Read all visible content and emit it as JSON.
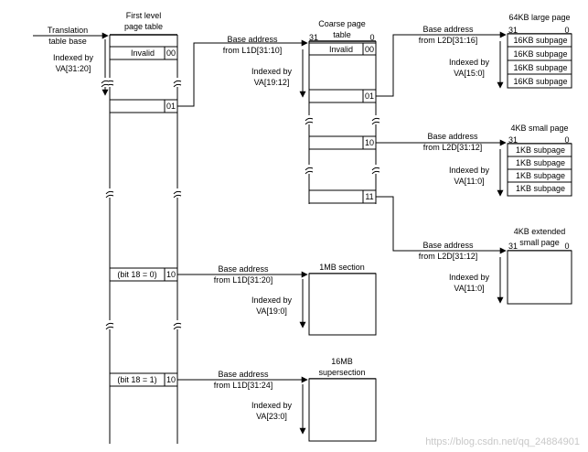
{
  "first_level": {
    "left_label_1": "Translation",
    "left_label_2": "table base",
    "index_1": "Indexed by",
    "index_2": "VA[31:20]",
    "title_1": "First level",
    "title_2": "page table",
    "invalid": "Invalid",
    "invalid_code": "00",
    "coarse_code": "01",
    "section_prefix": "(bit 18 = 0)",
    "section_code": "10",
    "supersection_prefix": "(bit 18 = 1)",
    "supersection_code": "10"
  },
  "coarse": {
    "title_1": "Coarse page",
    "title_2": "table",
    "bit_high": "31",
    "bit_low": "0",
    "invalid": "Invalid",
    "invalid_code": "00",
    "code_large": "01",
    "code_small": "10",
    "code_ext": "11",
    "base_1": "Base address",
    "base_2": "from L1D[31:10]",
    "index_1": "Indexed by",
    "index_2": "VA[19:12]"
  },
  "large_page": {
    "title": "64KB large page",
    "bit_high": "31",
    "bit_low": "0",
    "subpages": [
      "16KB subpage",
      "16KB subpage",
      "16KB subpage",
      "16KB subpage"
    ],
    "base_1": "Base address",
    "base_2": "from L2D[31:16]",
    "index_1": "Indexed by",
    "index_2": "VA[15:0]"
  },
  "small_page": {
    "title": "4KB small page",
    "bit_high": "31",
    "bit_low": "0",
    "subpages": [
      "1KB subpage",
      "1KB subpage",
      "1KB subpage",
      "1KB subpage"
    ],
    "base_1": "Base address",
    "base_2": "from L2D[31:12]",
    "index_1": "Indexed by",
    "index_2": "VA[11:0]"
  },
  "ext_page": {
    "title_1": "4KB extended",
    "title_2": "small page",
    "bit_high": "31",
    "bit_low": "0",
    "base_1": "Base address",
    "base_2": "from L2D[31:12]",
    "index_1": "Indexed by",
    "index_2": "VA[11:0]"
  },
  "section": {
    "title": "1MB section",
    "base_1": "Base address",
    "base_2": "from L1D[31:20]",
    "index_1": "Indexed by",
    "index_2": "VA[19:0]"
  },
  "supersection": {
    "title_1": "16MB",
    "title_2": "supersection",
    "base_1": "Base address",
    "base_2": "from L1D[31:24]",
    "index_1": "Indexed by",
    "index_2": "VA[23:0]"
  },
  "watermark": "https://blog.csdn.net/qq_24884901"
}
